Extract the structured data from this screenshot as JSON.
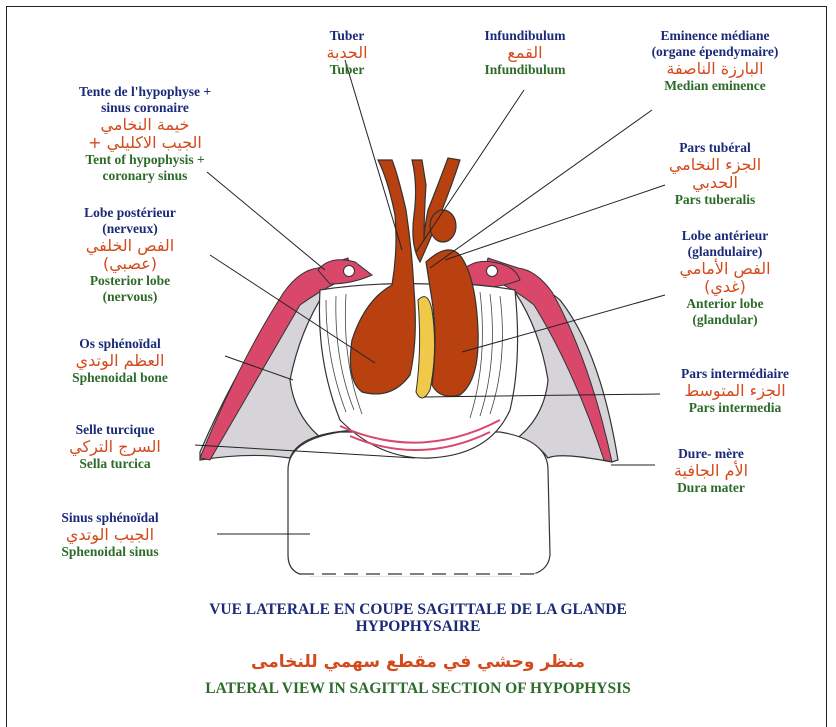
{
  "colors": {
    "french": "#1a2a78",
    "arabic": "#d44a1c",
    "english": "#2d6b2a",
    "gland": "#b8410f",
    "pars_intermedia": "#f0c94a",
    "dura": "#d9476a",
    "bone": "#d6d4d8"
  },
  "labels": {
    "tuber": {
      "fr": "Tuber",
      "ar": "الحدبة",
      "en": "Tuber"
    },
    "infundibulum": {
      "fr": "Infundibulum",
      "ar": "القمع",
      "en": "Infundibulum"
    },
    "eminence": {
      "fr1": "Eminence médiane",
      "fr2": "(organe épendymaire)",
      "ar": "البارزة الناصفة",
      "en": "Median eminence"
    },
    "tente": {
      "fr1": "Tente de l'hypophyse +",
      "fr2": "sinus coronaire",
      "ar1": "خيمة النخامي",
      "ar2": "+ الجيب الاكليلي",
      "en1": "Tent of hypophysis +",
      "en2": "coronary sinus"
    },
    "pars_tuberal": {
      "fr": "Pars tubéral",
      "ar1": "الجزء النخامي",
      "ar2": "الحدبي",
      "en": "Pars tuberalis"
    },
    "lobe_post": {
      "fr1": "Lobe postérieur",
      "fr2": "(nerveux)",
      "ar1": "الفص الخلفي",
      "ar2": "(عصبي)",
      "en1": "Posterior lobe",
      "en2": "(nervous)"
    },
    "lobe_ant": {
      "fr1": "Lobe antérieur",
      "fr2": "(glandulaire)",
      "ar1": "الفص الأمامي",
      "ar2": "(غدي)",
      "en1": "Anterior lobe",
      "en2": "(glandular)"
    },
    "os_sphenoidal": {
      "fr": "Os sphénoïdal",
      "ar": "العظم الوتدي",
      "en": "Sphenoidal bone"
    },
    "pars_inter": {
      "fr": "Pars intermédiaire",
      "ar": "الجزء المتوسط",
      "en": "Pars intermedia"
    },
    "selle": {
      "fr": "Selle turcique",
      "ar": "السرج التركي",
      "en": "Sella turcica"
    },
    "dure": {
      "fr": "Dure- mère",
      "ar": "الأم الجافية",
      "en": "Dura mater"
    },
    "sinus": {
      "fr": "Sinus sphénoïdal",
      "ar": "الجيب الوتدي",
      "en": "Sphenoidal sinus"
    }
  },
  "title": {
    "fr1": "VUE LATERALE EN COUPE SAGITTALE DE LA GLANDE",
    "fr2": "HYPOPHYSAIRE",
    "ar": "منظر وحشي في مقطع سهمي للنخامى",
    "en": "LATERAL VIEW IN SAGITTAL SECTION OF HYPOPHYSIS"
  }
}
